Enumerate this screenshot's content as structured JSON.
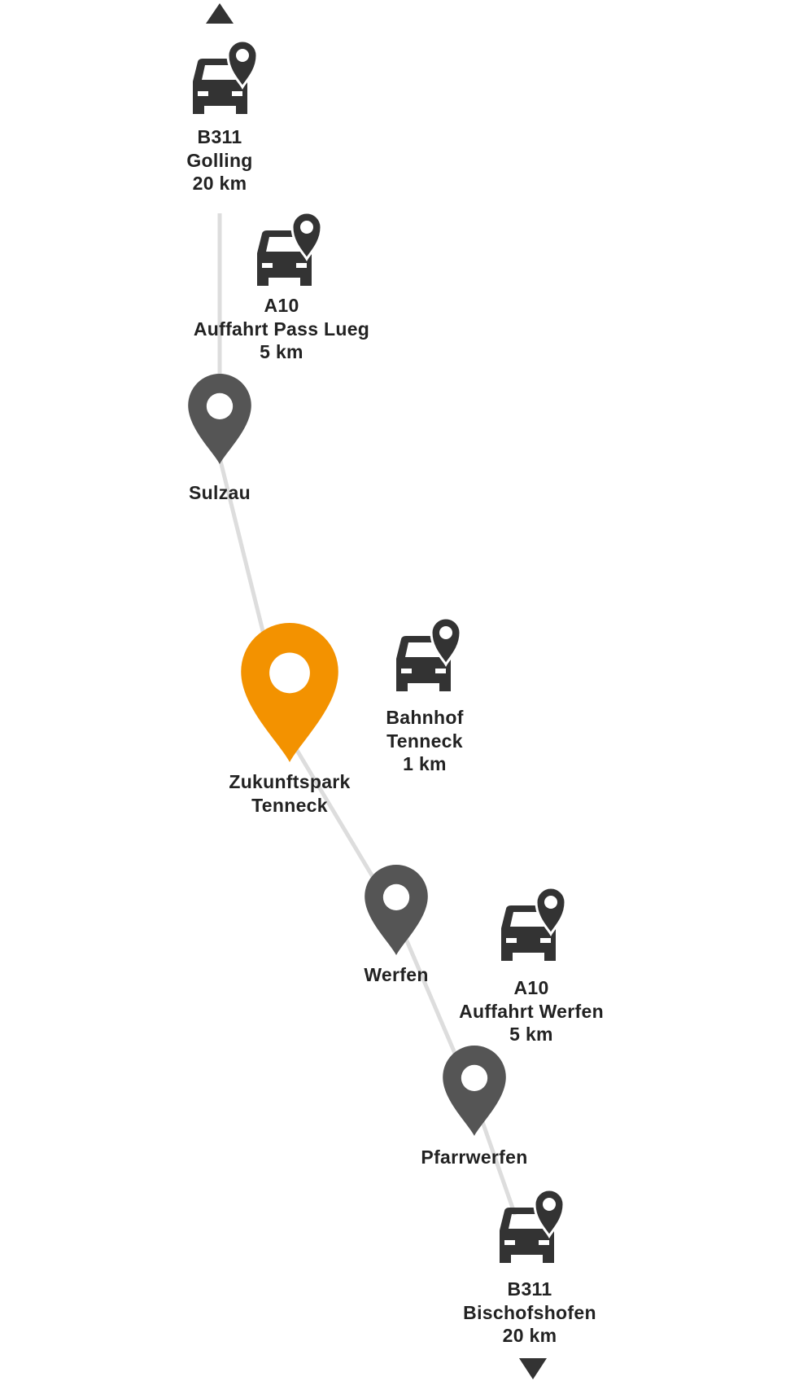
{
  "colors": {
    "highlight": "#f39200",
    "pin": "#555555",
    "car": "#333333",
    "route": "#dddddd",
    "text": "#222222"
  },
  "direction_up": {
    "icon": "triangle-up-icon"
  },
  "direction_down": {
    "icon": "triangle-down-icon"
  },
  "stops": [
    {
      "type": "car",
      "icon": "car-location-icon",
      "lines": [
        "B311",
        "Golling",
        "20 km"
      ]
    },
    {
      "type": "car",
      "icon": "car-location-icon",
      "lines": [
        "A10",
        "Auffahrt Pass Lueg",
        "5 km"
      ]
    },
    {
      "type": "town",
      "icon": "map-pin-icon",
      "lines": [
        "Sulzau"
      ]
    },
    {
      "type": "highlight",
      "icon": "map-pin-icon",
      "lines": [
        "Zukunftspark",
        "Tenneck"
      ]
    },
    {
      "type": "car",
      "icon": "car-location-icon",
      "lines": [
        "Bahnhof",
        "Tenneck",
        "1 km"
      ]
    },
    {
      "type": "town",
      "icon": "map-pin-icon",
      "lines": [
        "Werfen"
      ]
    },
    {
      "type": "car",
      "icon": "car-location-icon",
      "lines": [
        "A10",
        "Auffahrt Werfen",
        "5 km"
      ]
    },
    {
      "type": "town",
      "icon": "map-pin-icon",
      "lines": [
        "Pfarrwerfen"
      ]
    },
    {
      "type": "car",
      "icon": "car-location-icon",
      "lines": [
        "B311",
        "Bischofshofen",
        "20 km"
      ]
    }
  ]
}
